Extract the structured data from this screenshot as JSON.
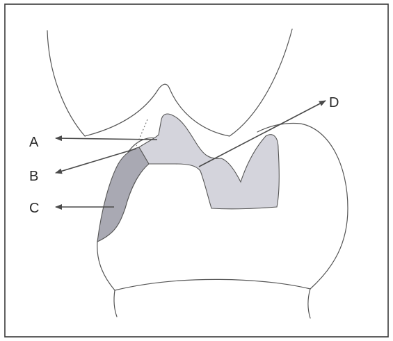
{
  "labels": {
    "a": "A",
    "b": "B",
    "c": "C",
    "d": "D"
  },
  "colors": {
    "frame": "#3a3a3a",
    "outline": "#555555",
    "restoration_light": "#d4d4dc",
    "restoration_dark": "#a9a9b3",
    "arrow": "#4a4a4a"
  }
}
